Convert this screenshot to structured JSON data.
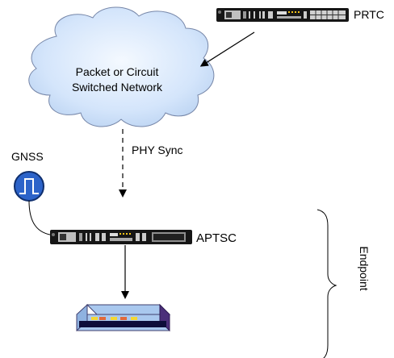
{
  "labels": {
    "prtc": "PRTC",
    "cloud_line1": "Packet or Circuit",
    "cloud_line2": "Switched Network",
    "phy_sync": "PHY Sync",
    "gnss": "GNSS",
    "aptsc": "APTSC",
    "endpoint": "Endpoint"
  },
  "icons": {
    "prtc_device": "rack-network-device-icon",
    "aptsc_device": "rack-network-device-icon",
    "gnss_receiver": "gnss-pulse-icon",
    "end_device": "switch-box-icon",
    "network": "cloud-icon"
  },
  "colors": {
    "cloud_fill": "#d7e7fb",
    "cloud_stroke": "#6e7ea3",
    "gnss_fill": "#2c63c9",
    "device_body": "#1a1a1a",
    "switch_top": "#a9c8ee",
    "switch_side": "#4b2f7a"
  }
}
